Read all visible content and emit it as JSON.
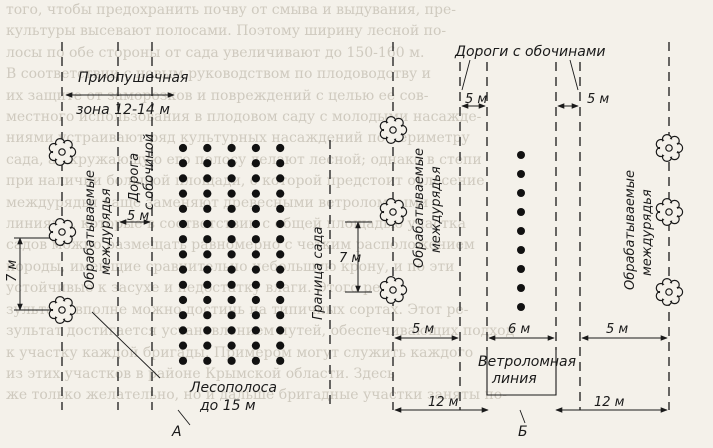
{
  "background_text": [
    "того, чтобы предохранить почву от смыва и выдувания, пре-",
    "культуры высевают полосами. Поэтому ширину лесной по-",
    "лосы по обе стороны от сада увеличивают до 150-160 м.",
    "В соответствии с новым руководством по плодоводству и",
    "их защите от заморозков и повреждений с целью ее сов-",
    "местного использования в плодовом саду с молодыми насажде-",
    "ниями устраивают ряд культурных насаждений по периметру",
    "сада, а окружающую его полосу делают лесной; однако в степи",
    "при наличии большой площади, с которой предстоит облесение",
    "междурядья чаще заменяют древесными ветроломными",
    "линиями, которые в соответствии с общей площадью участка",
    "садов можно размещать равномерно с четким расположением",
    "породы, имеющие сравнительно небольшую крону, и по эти",
    "устойчивые к засухе и недостатку влаги. Этого ре-",
    "зультата вполне можно достичь на типичных сортах. Этот ре-",
    "зультат достигается установлением путей, обеспечивающих подход",
    "к участку каждой бригады. Примером могут служить каждого",
    "из этих участков в районе Крымской области. Здесь",
    "же только желательно, но и дальше бригадные участки заняты по-"
  ],
  "labels": {
    "near_slope_zone": [
      "Приопушечная",
      "зона 12-14 м"
    ],
    "road_with_shoulder": [
      "Дорога",
      "с обочиной"
    ],
    "cultivated_rows": [
      "Обрабатываемые",
      "междурядья"
    ],
    "garden_border": "Граница сада",
    "forest_strip": [
      "Лесополоса",
      "до 15 м"
    ],
    "roads_with_shoulders": "Дороги с обочинами",
    "windbreak_line": [
      "Ветроломная",
      "линия"
    ],
    "label_a": "А",
    "label_b": "Б"
  },
  "dimensions": {
    "road_width_left": "5 м",
    "tree_spacing_left": "7 м",
    "row_spacing_center": "7 м",
    "road_width_top_left": "5 м",
    "road_width_top_right": "5 м",
    "road_width_bottom_left": "5 м",
    "windbreak_width": "6 м",
    "road_width_bottom_right": "5 м",
    "zone_width_left": "12 м",
    "zone_width_right": "12 м"
  },
  "grid_left": {
    "rows": 15,
    "cols": 5
  },
  "grid_right": {
    "rows": 9,
    "cols": 1
  }
}
